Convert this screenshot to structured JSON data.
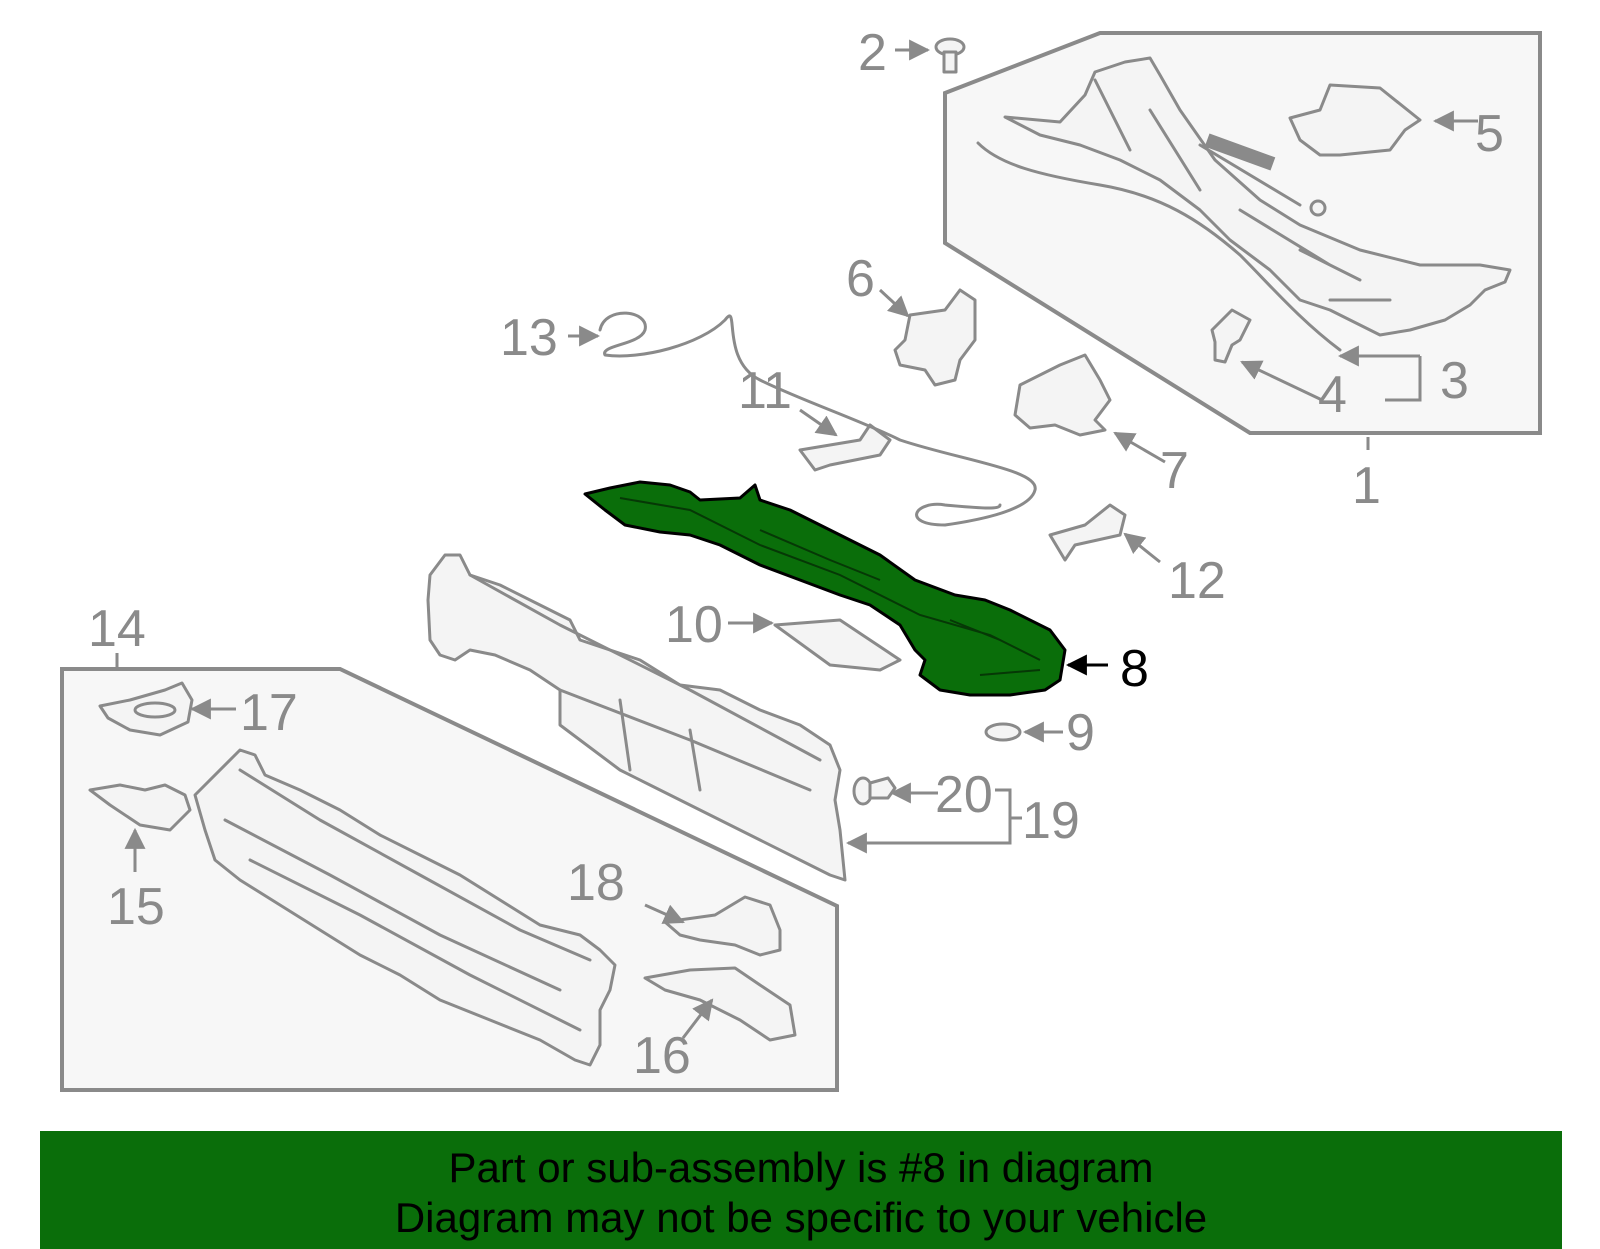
{
  "diagram": {
    "highlight_color": "#0a6e0a",
    "callouts": [
      {
        "id": "1",
        "text": "1"
      },
      {
        "id": "2",
        "text": "2"
      },
      {
        "id": "3",
        "text": "3"
      },
      {
        "id": "4",
        "text": "4"
      },
      {
        "id": "5",
        "text": "5"
      },
      {
        "id": "6",
        "text": "6"
      },
      {
        "id": "7",
        "text": "7"
      },
      {
        "id": "8",
        "text": "8",
        "highlighted": true
      },
      {
        "id": "9",
        "text": "9"
      },
      {
        "id": "10",
        "text": "10"
      },
      {
        "id": "11",
        "text": "11"
      },
      {
        "id": "12",
        "text": "12"
      },
      {
        "id": "13",
        "text": "13"
      },
      {
        "id": "14",
        "text": "14"
      },
      {
        "id": "15",
        "text": "15"
      },
      {
        "id": "16",
        "text": "16"
      },
      {
        "id": "17",
        "text": "17"
      },
      {
        "id": "18",
        "text": "18"
      },
      {
        "id": "19",
        "text": "19"
      },
      {
        "id": "20",
        "text": "20"
      }
    ]
  },
  "banner": {
    "line1": "Part or sub-assembly is #8 in diagram",
    "line2": "Diagram may not be specific to your vehicle",
    "background": "#0a6e0a"
  }
}
